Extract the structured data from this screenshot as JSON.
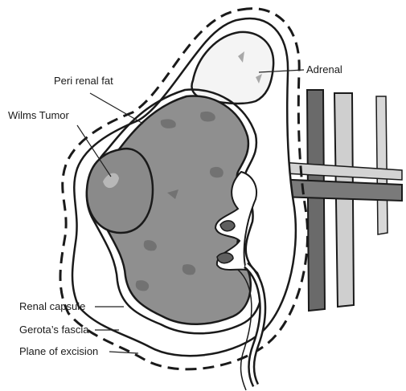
{
  "colors": {
    "kidney_fill": "#8f8f8f",
    "kidney_shade": "#6f6f6f",
    "vessel_dark": "#6a6a6a",
    "vessel_light": "#c9c9c9",
    "outline": "#1a1a1a",
    "background": "#ffffff"
  },
  "labels": {
    "adrenal": "Adrenal",
    "peri_renal_fat": "Peri renal fat",
    "wilms_tumor": "Wilms Tumor",
    "renal_capsule": "Renal capsule",
    "gerotas_fascia": "Gerota’s fascia",
    "plane_of_excision": "Plane of excision"
  }
}
